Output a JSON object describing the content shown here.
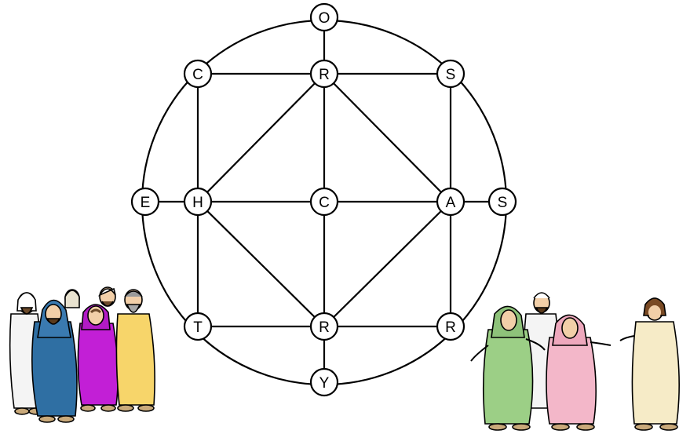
{
  "puzzle": {
    "letters": {
      "top_O": "O",
      "upper_left_C": "C",
      "upper_mid_R": "R",
      "upper_right_S": "S",
      "left_E": "E",
      "left_H": "H",
      "center_C": "C",
      "right_A": "A",
      "right_S": "S",
      "lower_left_T": "T",
      "lower_mid_R": "R",
      "lower_right_R": "R",
      "bottom_Y": "Y"
    }
  },
  "colors": {
    "line": "#000000",
    "node_fill": "#ffffff",
    "robe_white": "#f4f4f4",
    "robe_blue": "#2f6fa3",
    "robe_purple": "#c21fd6",
    "robe_yellow": "#f7d56a",
    "robe_green": "#9ccf86",
    "robe_pink": "#f3b7c9",
    "robe_cream": "#f6ebc7",
    "skin": "#f2cfa8",
    "hair_brown": "#7a4a24"
  },
  "illustrations": {
    "left_group": "group-of-disciples-illustration",
    "right_group": "disciples-greeting-jesus-illustration"
  }
}
